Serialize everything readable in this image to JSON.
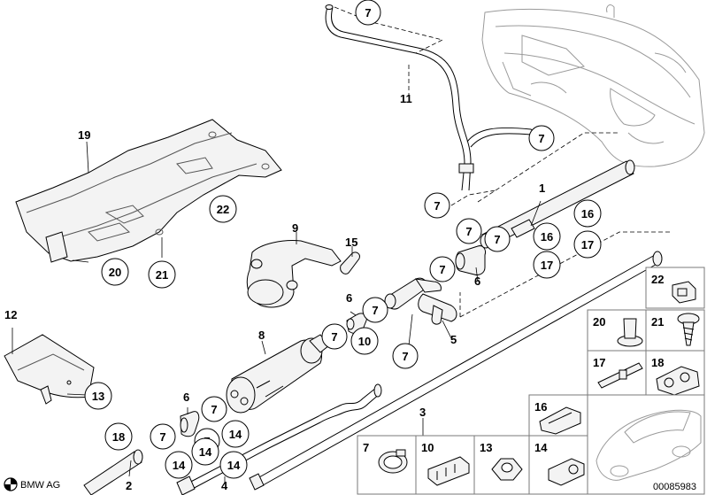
{
  "diagram": {
    "callouts": [
      "7",
      "7",
      "7",
      "7",
      "7",
      "7",
      "7",
      "7",
      "7",
      "7",
      "7",
      "7",
      "16",
      "16",
      "17",
      "17",
      "22",
      "20",
      "21",
      "10",
      "13",
      "14",
      "14",
      "14",
      "14",
      "18"
    ],
    "labels": [
      "19",
      "11",
      "1",
      "9",
      "15",
      "6",
      "6",
      "6",
      "8",
      "5",
      "3",
      "2",
      "4",
      "12"
    ],
    "legend": {
      "items": [
        {
          "label": "22",
          "icon": "clip-icon"
        },
        {
          "label": "20",
          "icon": "push-rivet-icon"
        },
        {
          "label": "21",
          "icon": "screw-icon"
        },
        {
          "label": "17",
          "icon": "bracket-icon"
        },
        {
          "label": "18",
          "icon": "double-clip-icon"
        },
        {
          "label": "16",
          "icon": "pipe-clip-icon"
        },
        {
          "label": "7",
          "icon": "hose-clamp-icon"
        },
        {
          "label": "10",
          "icon": "multi-clip-icon"
        },
        {
          "label": "13",
          "icon": "nut-icon"
        },
        {
          "label": "14",
          "icon": "clip-icon"
        }
      ]
    },
    "brand": "BMW AG",
    "image_number": "00085983"
  }
}
